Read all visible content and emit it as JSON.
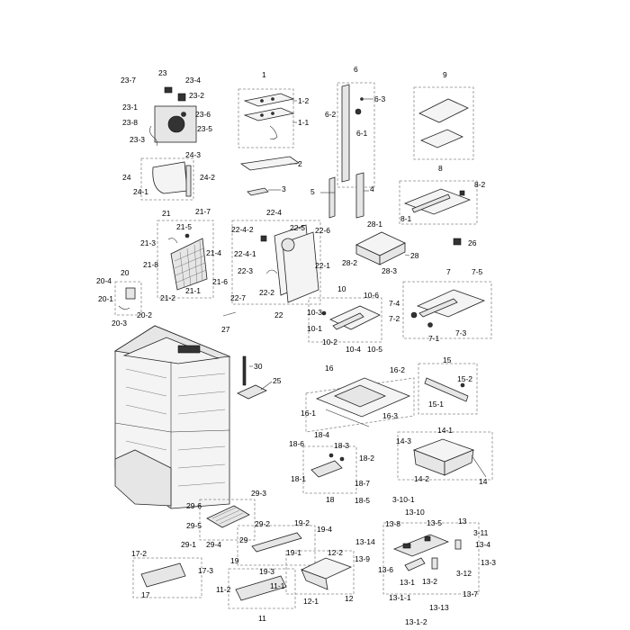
{
  "labels": {
    "p1": "1",
    "p1_1": "1-1",
    "p1_2": "1-2",
    "p2": "2",
    "p3": "3",
    "p4": "4",
    "p5": "5",
    "p6": "6",
    "p6_1": "6-1",
    "p6_2": "6-2",
    "p6_3": "6-3",
    "p7": "7",
    "p7_1": "7-1",
    "p7_2": "7-2",
    "p7_3": "7-3",
    "p7_4": "7-4",
    "p7_5": "7-5",
    "p8": "8",
    "p8_1": "8-1",
    "p8_2": "8-2",
    "p9": "9",
    "p10": "10",
    "p10_1": "10-1",
    "p10_2": "10-2",
    "p10_3": "10-3",
    "p10_4": "10-4",
    "p10_5": "10-5",
    "p10_6": "10-6",
    "p11": "11",
    "p11_1": "11-1",
    "p11_2": "11-2",
    "p12": "12",
    "p12_1": "12-1",
    "p12_2": "12-2",
    "p13": "13",
    "p13_1": "13-1",
    "p13_1_1": "13-1-1",
    "p13_1_2": "13-1-2",
    "p13_2": "13-2",
    "p13_3": "13-3",
    "p13_4": "13-4",
    "p13_5": "13-5",
    "p13_6": "13-6",
    "p13_7": "13-7",
    "p13_8": "13-8",
    "p13_9": "13-9",
    "p13_10": "13-10",
    "p13_13": "13-13",
    "p13_14": "13-14",
    "p3_10_1": "3-10-1",
    "p3_11": "3-11",
    "p3_12": "3-12",
    "p14": "14",
    "p14_1": "14-1",
    "p14_2": "14-2",
    "p14_3": "14-3",
    "p15": "15",
    "p15_1": "15-1",
    "p15_2": "15-2",
    "p16": "16",
    "p16_1": "16-1",
    "p16_2": "16-2",
    "p16_3": "16-3",
    "p17": "17",
    "p17_2": "17-2",
    "p17_3": "17-3",
    "p18": "18",
    "p18_1": "18-1",
    "p18_2": "18-2",
    "p18_3": "18-3",
    "p18_4": "18-4",
    "p18_5": "18-5",
    "p18_6": "18-6",
    "p18_7": "18-7",
    "p19": "19",
    "p19_1": "19-1",
    "p19_2": "19-2",
    "p19_3": "19-3",
    "p19_4": "19-4",
    "p20": "20",
    "p20_1": "20-1",
    "p20_2": "20-2",
    "p20_3": "20-3",
    "p20_4": "20-4",
    "p21": "21",
    "p21_1": "21-1",
    "p21_2": "21-2",
    "p21_3": "21-3",
    "p21_4": "21-4",
    "p21_5": "21-5",
    "p21_6": "21-6",
    "p21_7": "21-7",
    "p21_8": "21-8",
    "p22": "22",
    "p22_1": "22-1",
    "p22_2": "22-2",
    "p22_3": "22-3",
    "p22_4": "22-4",
    "p22_4_1": "22-4-1",
    "p22_4_2": "22-4-2",
    "p22_5": "22-5",
    "p22_6": "22-6",
    "p22_7": "22-7",
    "p23": "23",
    "p23_1": "23-1",
    "p23_2": "23-2",
    "p23_3": "23-3",
    "p23_4": "23-4",
    "p23_5": "23-5",
    "p23_6": "23-6",
    "p23_7": "23-7",
    "p23_8": "23-8",
    "p24": "24",
    "p24_1": "24-1",
    "p24_2": "24-2",
    "p24_3": "24-3",
    "p25": "25",
    "p26": "26",
    "p27": "27",
    "p28": "28",
    "p28_1": "28-1",
    "p28_2": "28-2",
    "p28_3": "28-3",
    "p29": "29",
    "p29_1": "29-1",
    "p29_2": "29-2",
    "p29_3": "29-3",
    "p29_4": "29-4",
    "p29_5": "29-5",
    "p29_6": "29-6",
    "p30": "30"
  }
}
